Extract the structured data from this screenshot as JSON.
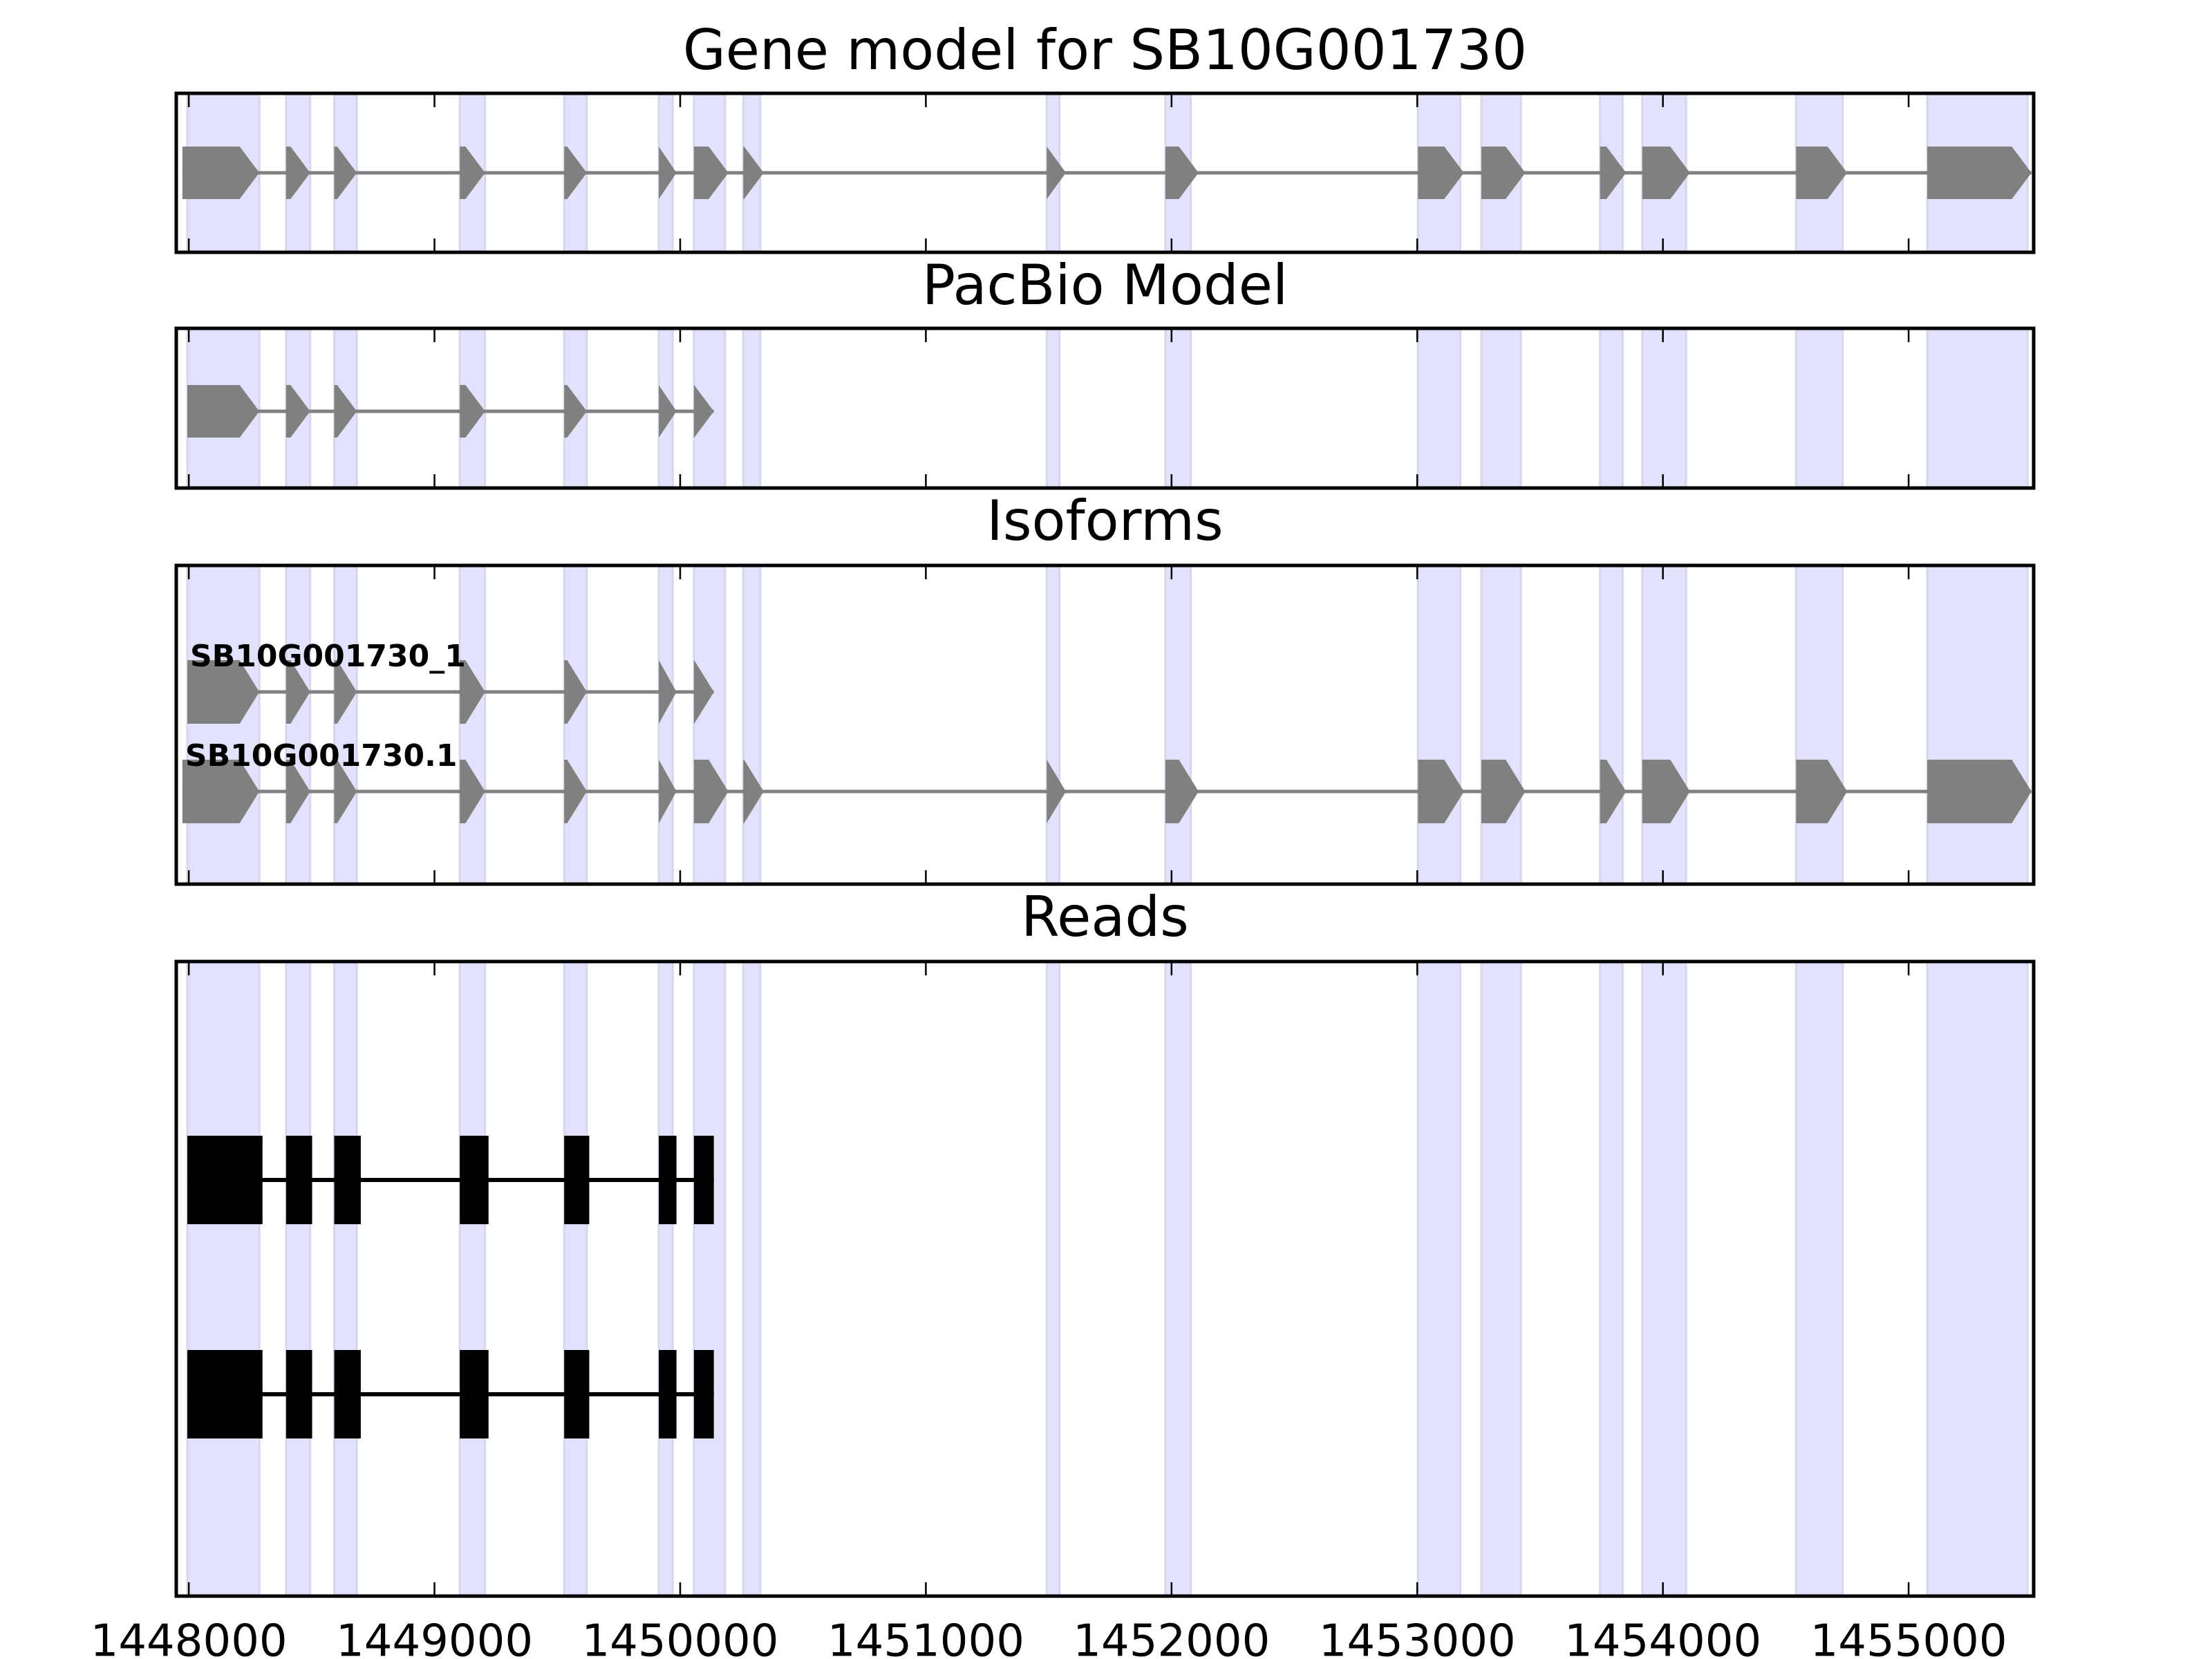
{
  "chart_data": {
    "type": "gene-track",
    "xlabel": "",
    "xlim": [
      1447949,
      1455509
    ],
    "xticks": [
      1448000,
      1449000,
      1450000,
      1451000,
      1452000,
      1453000,
      1454000,
      1455000
    ],
    "xtick_labels": [
      "1448000",
      "1449000",
      "1450000",
      "1451000",
      "1452000",
      "1453000",
      "1454000",
      "1455000"
    ],
    "strand": "+",
    "shaded_exon_regions": [
      [
        1447994,
        1448287
      ],
      [
        1448396,
        1448494
      ],
      [
        1448592,
        1448684
      ],
      [
        1449103,
        1449206
      ],
      [
        1449528,
        1449620
      ],
      [
        1449913,
        1449970
      ],
      [
        1450056,
        1450183
      ],
      [
        1450257,
        1450326
      ],
      [
        1451492,
        1451544
      ],
      [
        1451975,
        1452078
      ],
      [
        1453003,
        1453175
      ],
      [
        1453261,
        1453422
      ],
      [
        1453744,
        1453836
      ],
      [
        1453916,
        1454094
      ],
      [
        1454542,
        1454732
      ],
      [
        1455076,
        1455484
      ]
    ],
    "panels": [
      {
        "title": "Gene model for SB10G001730",
        "tracks": [
          {
            "label": "",
            "style": "arrow",
            "exons": [
              [
                1447974,
                1448287
              ],
              [
                1448396,
                1448494
              ],
              [
                1448592,
                1448684
              ],
              [
                1449103,
                1449206
              ],
              [
                1449528,
                1449620
              ],
              [
                1449913,
                1449985
              ],
              [
                1450056,
                1450196
              ],
              [
                1450257,
                1450340
              ],
              [
                1451492,
                1451570
              ],
              [
                1451975,
                1452110
              ],
              [
                1453003,
                1453190
              ],
              [
                1453261,
                1453440
              ],
              [
                1453744,
                1453850
              ],
              [
                1453916,
                1454110
              ],
              [
                1454542,
                1454750
              ],
              [
                1455076,
                1455500
              ]
            ]
          }
        ]
      },
      {
        "title": "PacBio Model",
        "tracks": [
          {
            "label": "",
            "style": "arrow",
            "exons": [
              [
                1447994,
                1448287
              ],
              [
                1448396,
                1448494
              ],
              [
                1448592,
                1448684
              ],
              [
                1449103,
                1449206
              ],
              [
                1449528,
                1449620
              ],
              [
                1449913,
                1449985
              ],
              [
                1450056,
                1450137
              ]
            ]
          }
        ]
      },
      {
        "title": "Isoforms",
        "tracks": [
          {
            "label": "SB10G001730_1",
            "style": "arrow",
            "exons": [
              [
                1447994,
                1448287
              ],
              [
                1448396,
                1448494
              ],
              [
                1448592,
                1448684
              ],
              [
                1449103,
                1449206
              ],
              [
                1449528,
                1449620
              ],
              [
                1449913,
                1449985
              ],
              [
                1450056,
                1450137
              ]
            ]
          },
          {
            "label": "SB10G001730.1",
            "style": "arrow",
            "exons": [
              [
                1447974,
                1448287
              ],
              [
                1448396,
                1448494
              ],
              [
                1448592,
                1448684
              ],
              [
                1449103,
                1449206
              ],
              [
                1449528,
                1449620
              ],
              [
                1449913,
                1449985
              ],
              [
                1450056,
                1450196
              ],
              [
                1450257,
                1450340
              ],
              [
                1451492,
                1451570
              ],
              [
                1451975,
                1452110
              ],
              [
                1453003,
                1453190
              ],
              [
                1453261,
                1453440
              ],
              [
                1453744,
                1453850
              ],
              [
                1453916,
                1454110
              ],
              [
                1454542,
                1454750
              ],
              [
                1455076,
                1455500
              ]
            ]
          }
        ]
      },
      {
        "title": "Reads",
        "tracks": [
          {
            "label": "",
            "style": "box",
            "exons": [
              [
                1447994,
                1448300
              ],
              [
                1448396,
                1448502
              ],
              [
                1448592,
                1448700
              ],
              [
                1449103,
                1449220
              ],
              [
                1449528,
                1449630
              ],
              [
                1449913,
                1449985
              ],
              [
                1450056,
                1450137
              ]
            ]
          },
          {
            "label": "",
            "style": "box",
            "exons": [
              [
                1447994,
                1448300
              ],
              [
                1448396,
                1448502
              ],
              [
                1448592,
                1448700
              ],
              [
                1449103,
                1449220
              ],
              [
                1449528,
                1449630
              ],
              [
                1449913,
                1449985
              ],
              [
                1450056,
                1450137
              ]
            ]
          }
        ]
      }
    ],
    "colors": {
      "exon": "#808080",
      "read": "#000000",
      "shade": "#e2e2fc",
      "shade_edge": "#d6d6ec"
    }
  }
}
